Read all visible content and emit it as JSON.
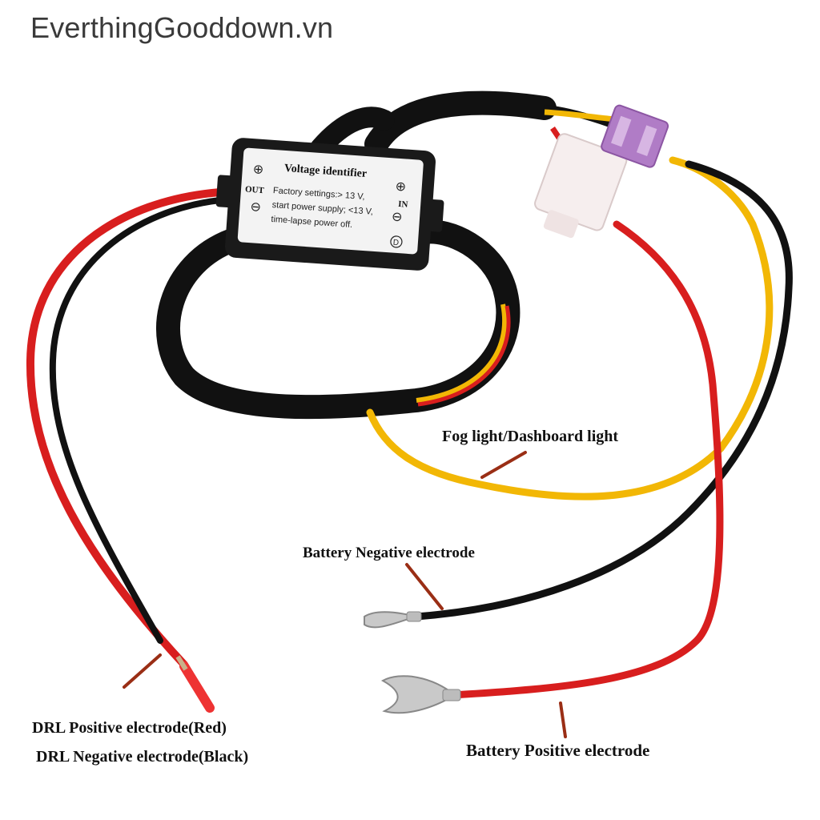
{
  "watermark": "EverthingGooddown.vn",
  "module": {
    "title": "Voltage identifier",
    "line1": "Factory settings:> 13 V,",
    "line2": "start power supply; <13 V,",
    "line3": "time-lapse power off.",
    "out_label": "OUT",
    "in_label": "IN",
    "plus_symbol": "⊕",
    "minus_symbol": "⊖",
    "d_symbol": "D"
  },
  "labels": {
    "fog": "Fog light/Dashboard light",
    "battery_negative": "Battery Negative electrode",
    "drl_positive": "DRL Positive electrode(Red)",
    "drl_negative": "DRL Negative electrode(Black)",
    "battery_positive": "Battery Positive electrode"
  },
  "colors": {
    "red_wire": "#d81e1e",
    "black_wire": "#111111",
    "yellow_wire": "#f2b705",
    "fuse": "#b07cc6",
    "pointer": "#9a2e15"
  }
}
